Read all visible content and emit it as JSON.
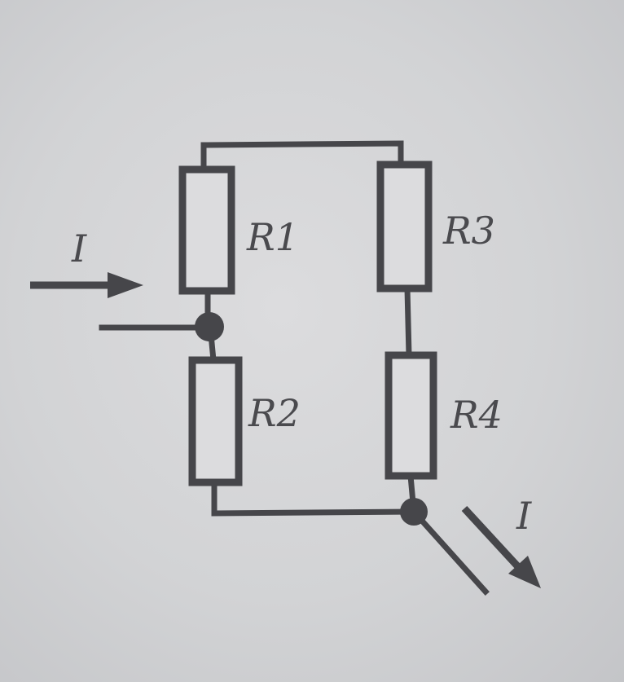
{
  "labels": {
    "r1": "R1",
    "r2": "R2",
    "r3": "R3",
    "r4": "R4",
    "current_in": "I",
    "current_out": "I"
  },
  "colors": {
    "ink": "#46464a",
    "paper": "#dcdcde"
  }
}
